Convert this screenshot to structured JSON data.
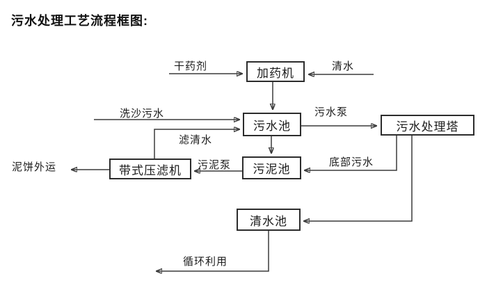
{
  "title": "污水处理工艺流程框图:",
  "diagram": {
    "type": "flowchart",
    "nodes": {
      "dosing_machine": "加药机",
      "sewage_pool": "污水池",
      "treatment_tower": "污水处理塔",
      "sludge_pool": "污泥池",
      "belt_filter_press": "带式压滤机",
      "clean_water_pool": "清水池"
    },
    "flow_labels": {
      "dry_agent": "干药剂",
      "clean_water": "清水",
      "sand_washing_sewage": "洗沙污水",
      "sewage_pump": "污水泵",
      "filtered_water": "滤清水",
      "bottom_sewage": "底部污水",
      "sludge_pump": "污泥泵",
      "mud_cake_out": "泥饼外运",
      "recycle": "循环利用"
    },
    "edges": [
      {
        "from": "dry_agent_source",
        "to": "dosing_machine",
        "label": "干药剂"
      },
      {
        "from": "clean_water_source",
        "to": "dosing_machine",
        "label": "清水"
      },
      {
        "from": "dosing_machine",
        "to": "sewage_pool",
        "label": ""
      },
      {
        "from": "sand_washing_source",
        "to": "sewage_pool",
        "label": "洗沙污水"
      },
      {
        "from": "belt_filter_press",
        "to": "sewage_pool",
        "label": "滤清水"
      },
      {
        "from": "sewage_pool",
        "to": "treatment_tower",
        "label": "污水泵"
      },
      {
        "from": "sewage_pool",
        "to": "sludge_pool",
        "label": ""
      },
      {
        "from": "treatment_tower",
        "to": "sludge_pool",
        "label": "底部污水"
      },
      {
        "from": "sludge_pool",
        "to": "belt_filter_press",
        "label": "污泥泵"
      },
      {
        "from": "belt_filter_press",
        "to": "outside",
        "label": "泥饼外运"
      },
      {
        "from": "treatment_tower",
        "to": "clean_water_pool",
        "label": ""
      },
      {
        "from": "clean_water_pool",
        "to": "reuse",
        "label": "循环利用"
      }
    ],
    "colors": {
      "background": "#ffffff",
      "line": "#3a3a3a",
      "box_border": "#2c2c2c",
      "text": "#1a1a1a"
    }
  }
}
